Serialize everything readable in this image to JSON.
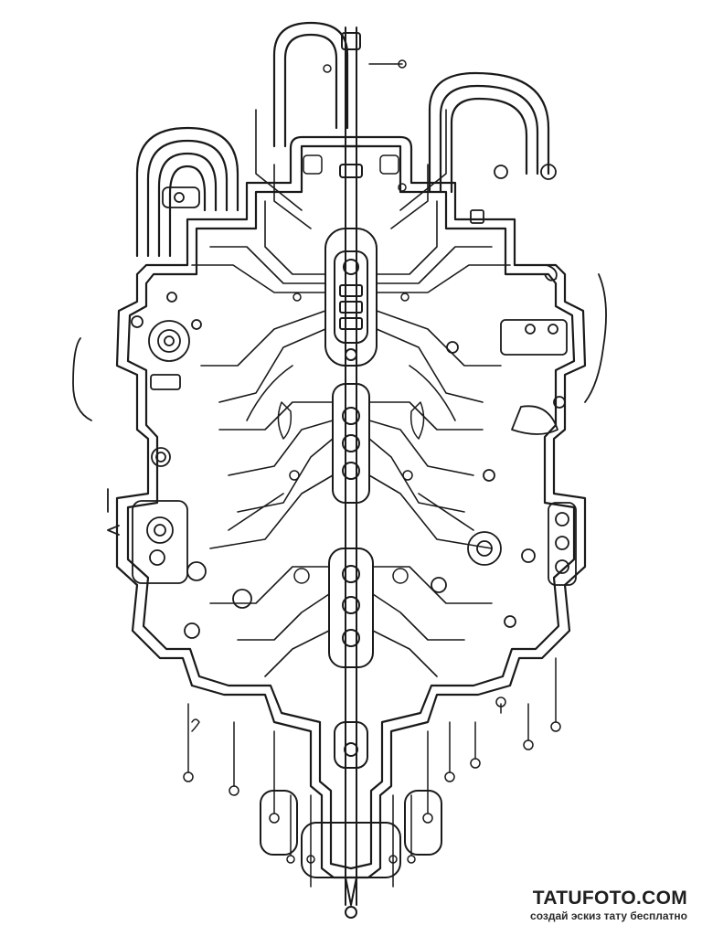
{
  "image": {
    "subject": "circuit-board tattoo sketch",
    "line_color": "#1a1a1a",
    "background_color": "#ffffff"
  },
  "watermark": {
    "title": "TATUFOTO.COM",
    "subtitle": "создай эскиз тату бесплатно"
  }
}
